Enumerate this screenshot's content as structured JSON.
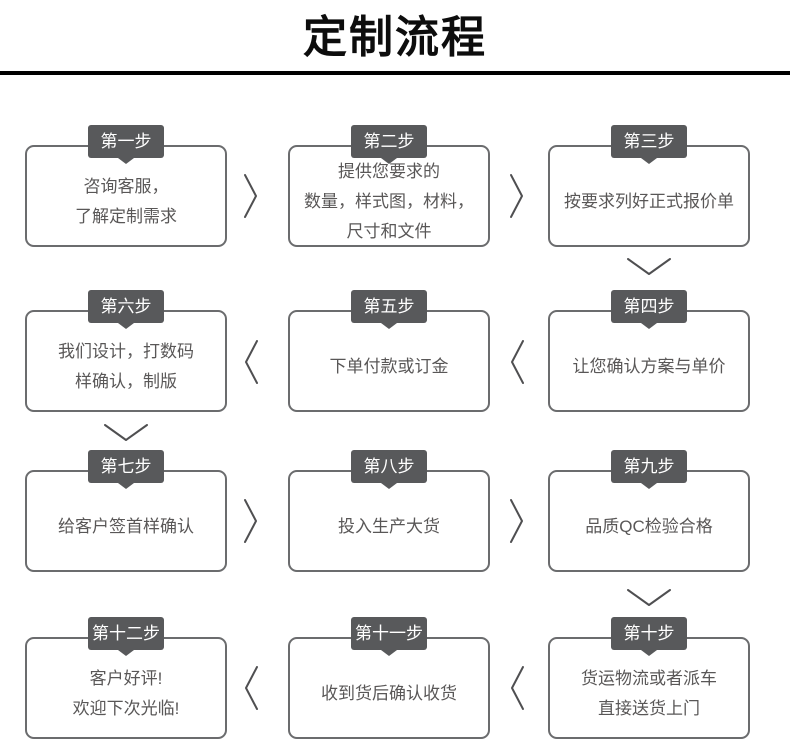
{
  "title": "定制流程",
  "steps": [
    {
      "tab": "第一步",
      "lines": [
        "咨询客服，",
        "了解定制需求"
      ]
    },
    {
      "tab": "第二步",
      "lines": [
        "提供您要求的",
        "数量，样式图，材料，",
        "尺寸和文件"
      ]
    },
    {
      "tab": "第三步",
      "lines": [
        "按要求列好正式报价单"
      ]
    },
    {
      "tab": "第四步",
      "lines": [
        "让您确认方案与单价"
      ]
    },
    {
      "tab": "第五步",
      "lines": [
        "下单付款或订金"
      ]
    },
    {
      "tab": "第六步",
      "lines": [
        "我们设计，打数码",
        "样确认，制版"
      ]
    },
    {
      "tab": "第七步",
      "lines": [
        "给客户签首样确认"
      ]
    },
    {
      "tab": "第八步",
      "lines": [
        "投入生产大货"
      ]
    },
    {
      "tab": "第九步",
      "lines": [
        "品质QC检验合格"
      ]
    },
    {
      "tab": "第十步",
      "lines": [
        "货运物流或者派车",
        "直接送货上门"
      ]
    },
    {
      "tab": "第十一步",
      "lines": [
        "收到货后确认收货"
      ]
    },
    {
      "tab": "第十二步",
      "lines": [
        "客户好评!",
        "欢迎下次光临!"
      ]
    }
  ],
  "colors": {
    "title_text": "#0d0d0d",
    "divider": "#000000",
    "tab_background": "#58595b",
    "tab_text": "#ffffff",
    "box_border": "#6b6c6e",
    "body_text": "#595757",
    "arrow": "#4f4f51"
  }
}
